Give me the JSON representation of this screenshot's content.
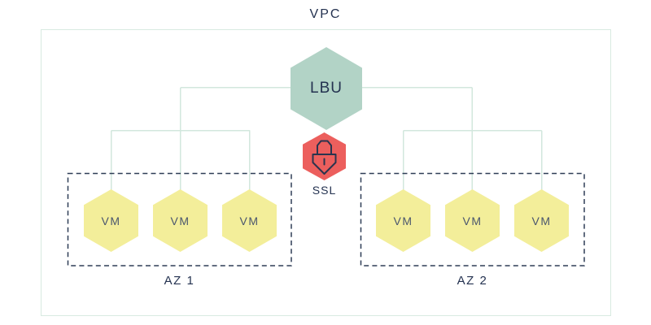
{
  "diagram": {
    "title": "VPC",
    "load_balancer": {
      "label": "LBU"
    },
    "ssl": {
      "label": "SSL",
      "icon": "lock-icon"
    },
    "zones": [
      {
        "label": "AZ 1",
        "vms": [
          "VM",
          "VM",
          "VM"
        ]
      },
      {
        "label": "AZ 2",
        "vms": [
          "VM",
          "VM",
          "VM"
        ]
      }
    ],
    "colors": {
      "lb_fill": "#b2d3c6",
      "ssl_fill": "#ec5f5d",
      "vm_fill": "#f3ee9a",
      "line": "#d2e7dd",
      "border": "#d8eae1",
      "dash": "#2e3d56",
      "text": "#243250",
      "vm_text": "#4a566e",
      "lock_stroke": "#2a344e"
    }
  }
}
